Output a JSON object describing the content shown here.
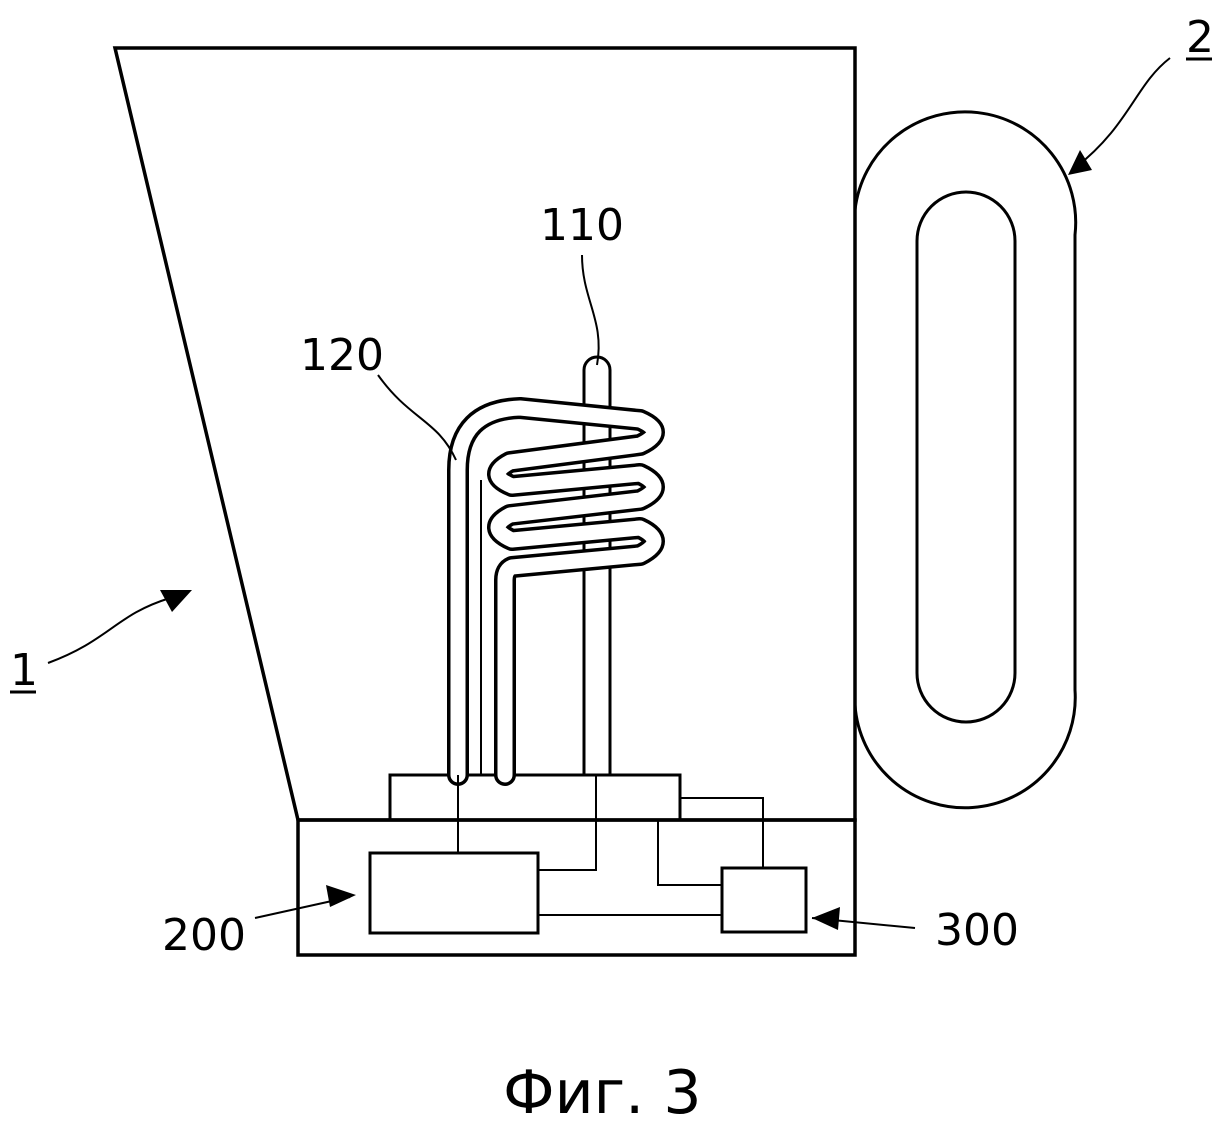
{
  "labels": {
    "device": "1",
    "handle": "2",
    "rod": "110",
    "coil": "120",
    "control_unit": "200",
    "power_unit": "300"
  },
  "caption": "Фиг. 3"
}
